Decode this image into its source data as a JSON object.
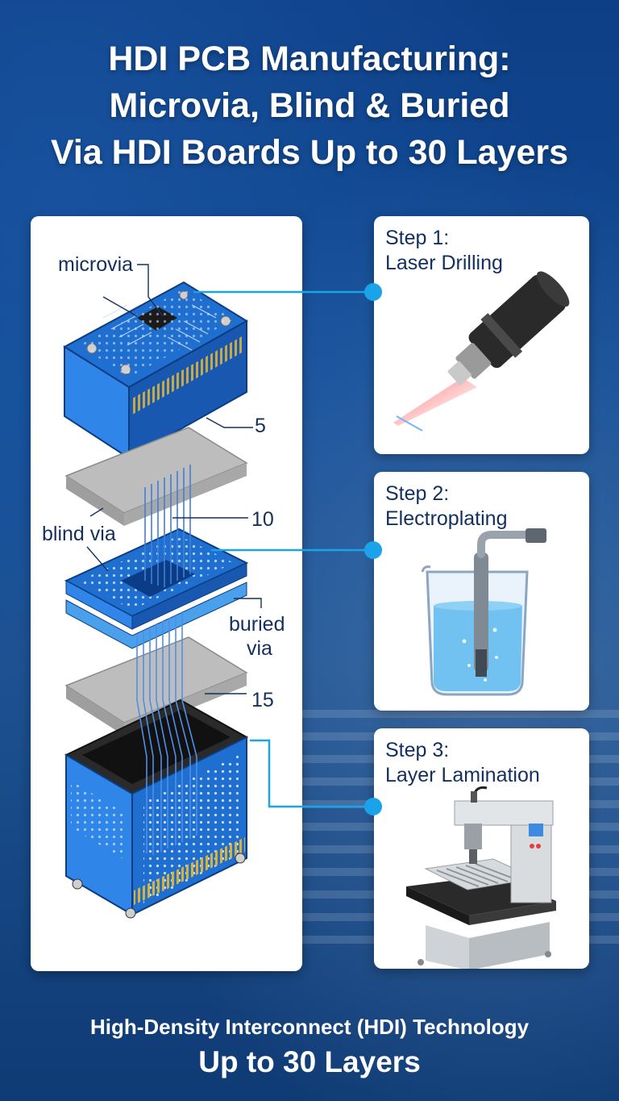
{
  "title": {
    "line1": "HDI PCB Manufacturing:",
    "line2": "Microvia, Blind & Buried",
    "line3": "Via HDI Boards Up to 30 Layers"
  },
  "diagram": {
    "labels": {
      "microvia": "microvia",
      "blind_via": "blind via",
      "buried_via_1": "buried",
      "buried_via_2": "via"
    },
    "layer_numbers": [
      "5",
      "10",
      "15"
    ]
  },
  "steps": [
    {
      "line1": "Step 1:",
      "line2": "Laser Drilling",
      "icon": "laser-drill-icon"
    },
    {
      "line1": "Step 2:",
      "line2": "Electroplating",
      "icon": "beaker-icon"
    },
    {
      "line1": "Step 3:",
      "line2": "Layer Lamination",
      "icon": "lamination-press-icon"
    }
  ],
  "footer": {
    "line1": "High-Density Interconnect (HDI) Technology",
    "line2": "Up to 30 Layers"
  },
  "colors": {
    "pcb_blue": "#1f6fd0",
    "connector_cyan": "#1aa3e8",
    "label_text": "#14305c",
    "background": "#0d3f86"
  }
}
